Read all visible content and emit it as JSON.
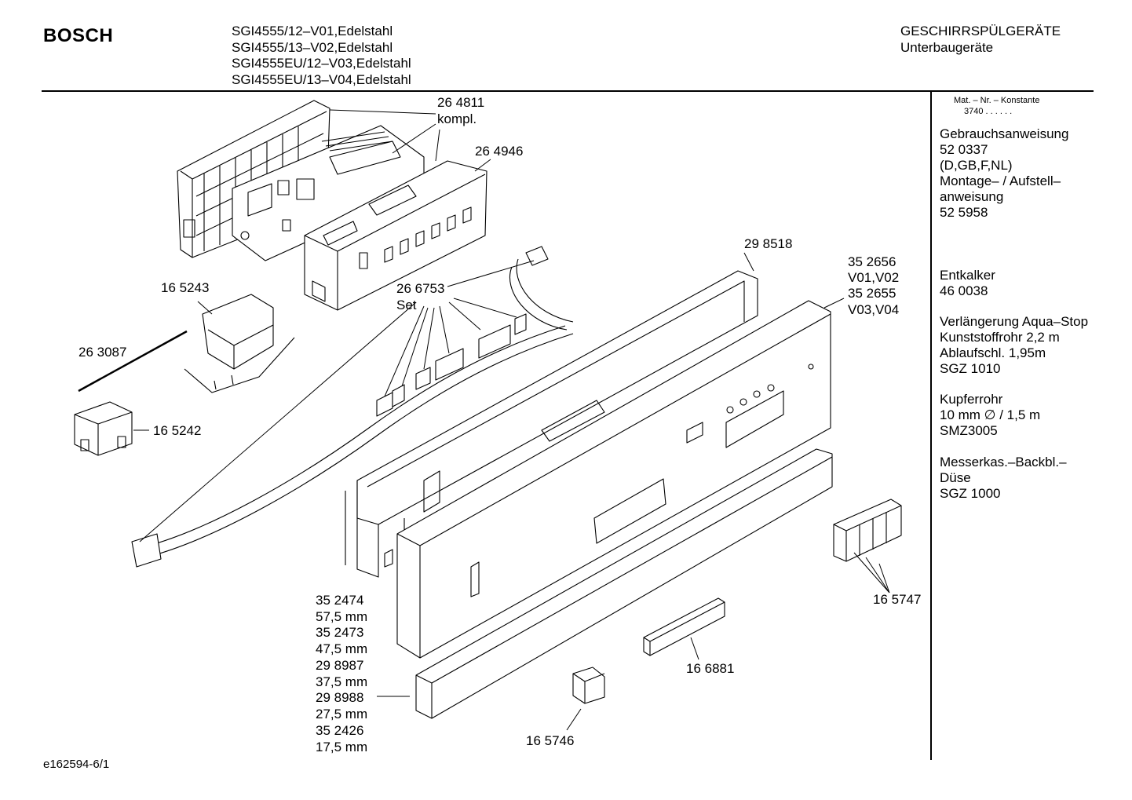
{
  "header": {
    "brand": "BOSCH",
    "models": [
      "SGI4555/12–V01,Edelstahl",
      "SGI4555/13–V02,Edelstahl",
      "SGI4555EU/12–V03,Edelstahl",
      "SGI4555EU/13–V04,Edelstahl"
    ],
    "category": "GESCHIRRSPÜLGERÄTE",
    "subcategory": "Unterbaugeräte"
  },
  "sidebar": {
    "mat_header": "Mat. – Nr. – Konstante",
    "mat_value": "3740 .  .  .  .  .  .",
    "blocks": [
      [
        "Gebrauchsanweisung",
        "52 0337",
        "(D,GB,F,NL)",
        "Montage– / Aufstell–",
        "anweisung",
        "52 5958"
      ],
      [
        "Entkalker",
        "46 0038"
      ],
      [
        "Verlängerung Aqua–Stop",
        "Kunststoffrohr 2,2 m",
        "Ablaufschl. 1,95m",
        "SGZ 1010"
      ],
      [
        "Kupferrohr",
        "10 mm ∅ / 1,5 m",
        "SMZ3005"
      ],
      [
        "Messerkas.–Backbl.–",
        "Düse",
        "SGZ 1000"
      ]
    ]
  },
  "callouts": {
    "c264811": [
      "26 4811",
      "kompl."
    ],
    "c264946": [
      "26 4946"
    ],
    "c298518": [
      "29 8518"
    ],
    "c352656": [
      "35 2656",
      "V01,V02",
      "35 2655",
      "V03,V04"
    ],
    "c165243": [
      "16 5243"
    ],
    "c266753": [
      "26 6753",
      "Set"
    ],
    "c263087": [
      "26 3087"
    ],
    "c165242": [
      "16 5242"
    ],
    "c352474": [
      "35 2474",
      "57,5 mm",
      "35 2473",
      "47,5 mm",
      "29 8987",
      "37,5 mm",
      "29 8988",
      "27,5 mm",
      "35 2426",
      "17,5 mm"
    ],
    "c165747": [
      "16 5747"
    ],
    "c166881": [
      "16 6881"
    ],
    "c165746": [
      "16 5746"
    ]
  },
  "footer": {
    "doc_id": "e162594-6/1"
  }
}
